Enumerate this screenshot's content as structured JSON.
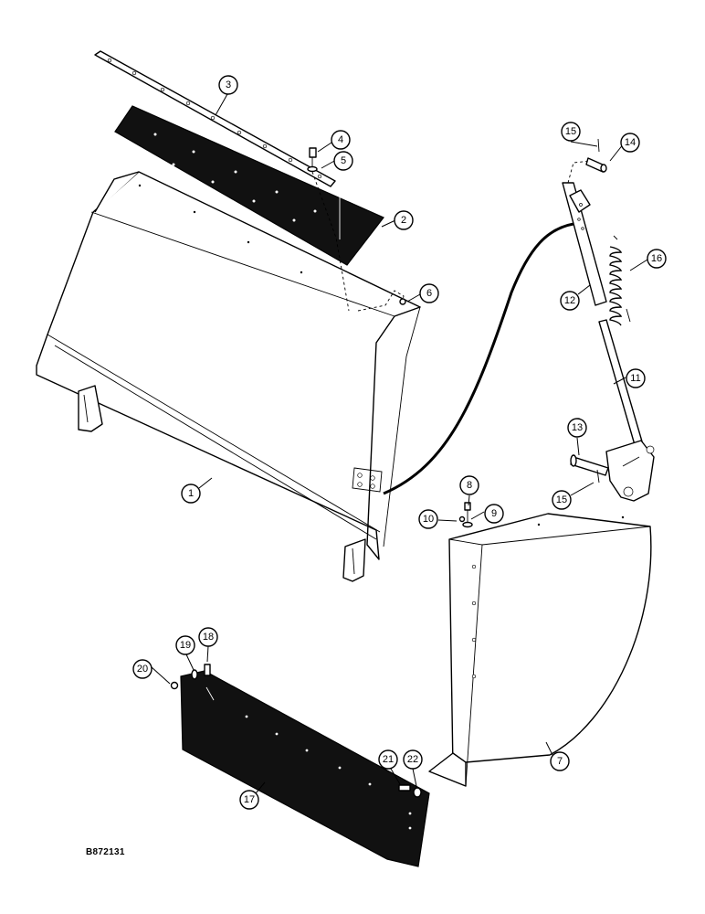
{
  "drawing_code": "B872131",
  "callouts": [
    "1",
    "2",
    "3",
    "4",
    "5",
    "6",
    "7",
    "8",
    "9",
    "10",
    "11",
    "12",
    "13",
    "14",
    "15",
    "15",
    "16",
    "17",
    "18",
    "19",
    "20",
    "21",
    "22"
  ]
}
